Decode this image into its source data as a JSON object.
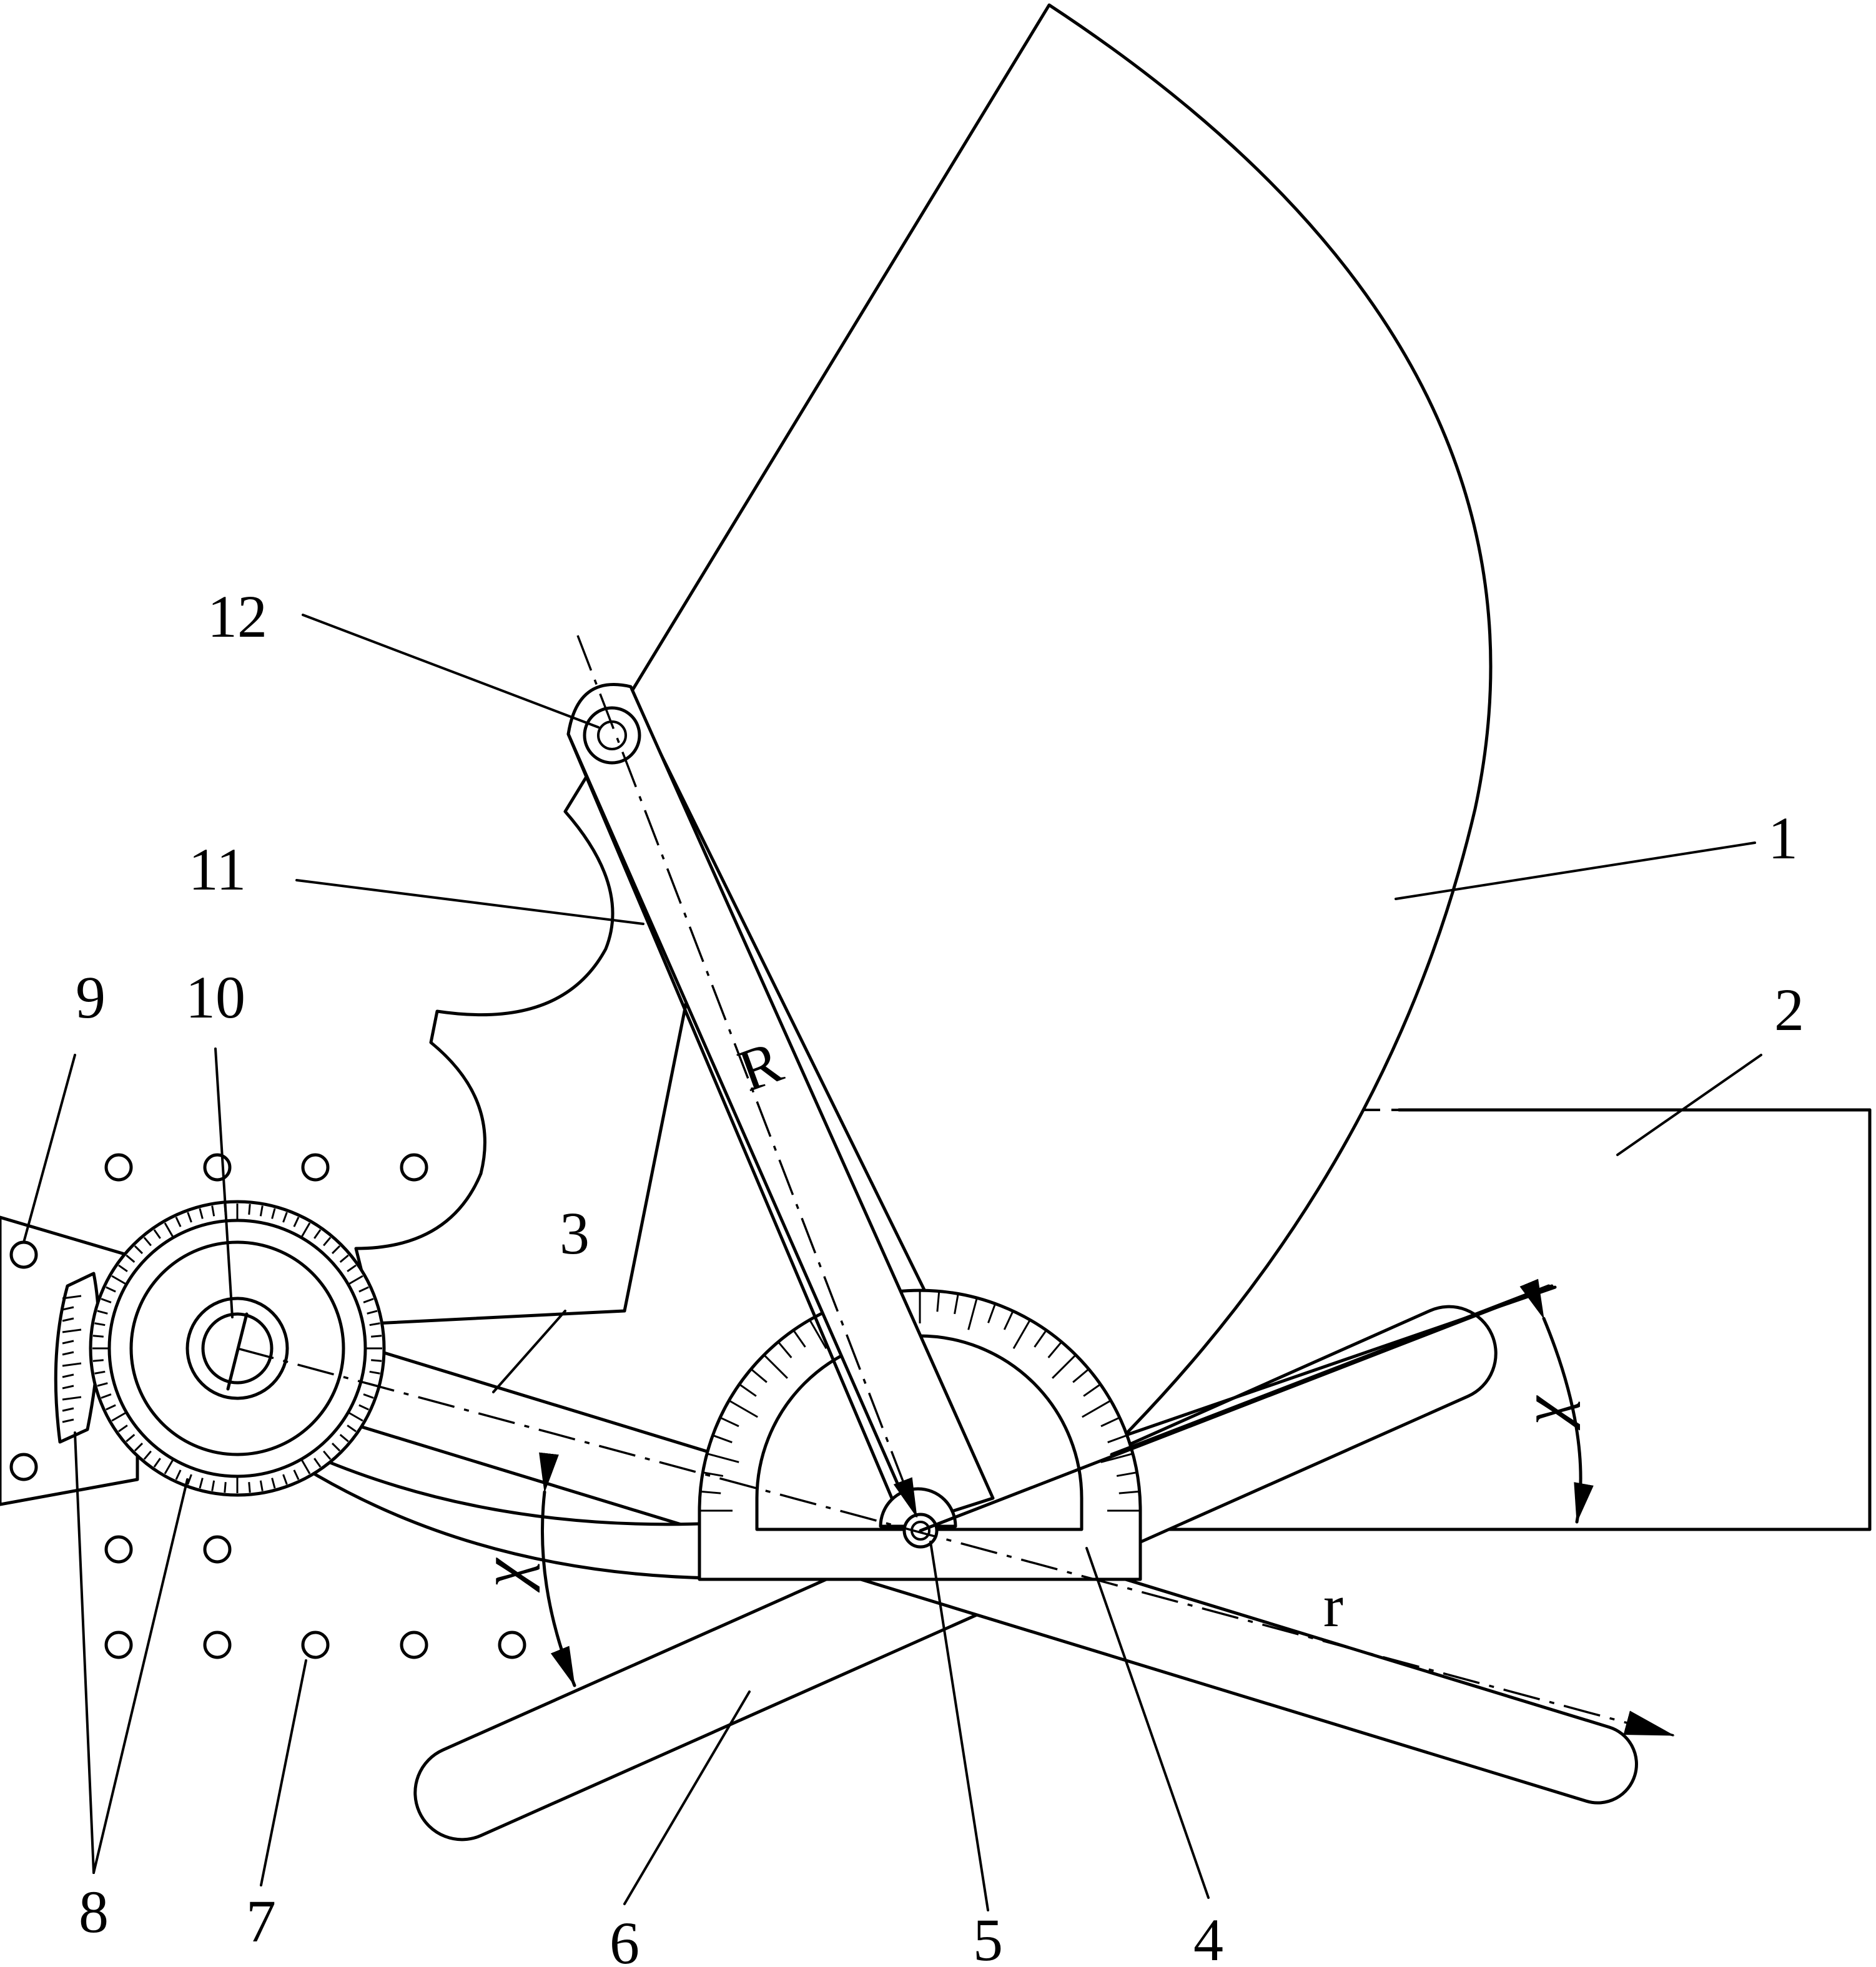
{
  "diagram": {
    "part_labels": [
      "1",
      "2",
      "3",
      "4",
      "5",
      "6",
      "7",
      "8",
      "9",
      "10",
      "11",
      "12"
    ],
    "symbols": {
      "long_radius": "R",
      "short_radius": "r",
      "angle_right": "χ",
      "angle_left": "χ"
    }
  }
}
